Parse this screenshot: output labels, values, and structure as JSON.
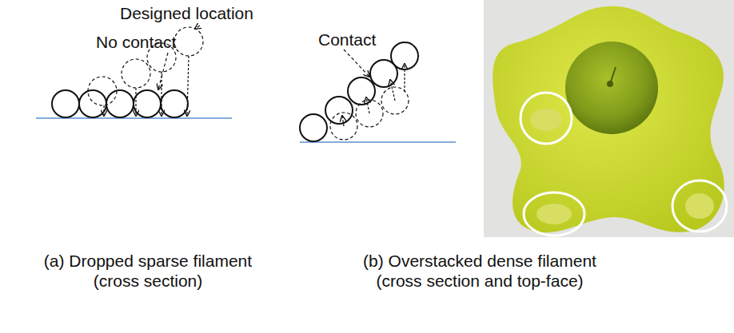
{
  "diagram": {
    "labels": [
      "Designed location",
      "No contact",
      "Contact",
      "(a) Dropped sparse filament (cross section)",
      "(b) Overstacked dense filament (cross section and top-face)"
    ]
  }
}
